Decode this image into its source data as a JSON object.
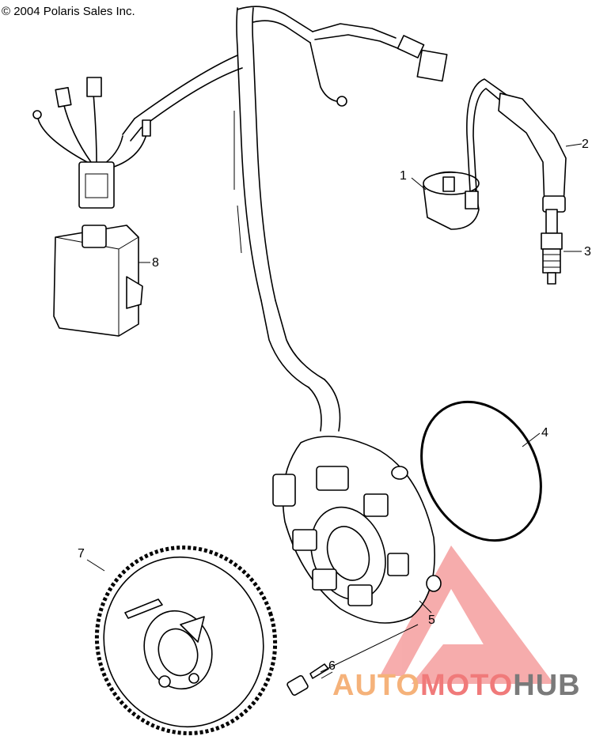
{
  "copyright": "© 2004 Polaris Sales Inc.",
  "callouts": [
    "1",
    "2",
    "3",
    "4",
    "5",
    "6",
    "7",
    "8"
  ],
  "watermark": {
    "part1": "AUTO",
    "part2": "MOTO",
    "part3": "HUB",
    "color_part1": "#f5b27a",
    "color_part2": "#f07a7a",
    "color_part3": "#7a7a7a",
    "triangle_color": "#f06a6a"
  }
}
